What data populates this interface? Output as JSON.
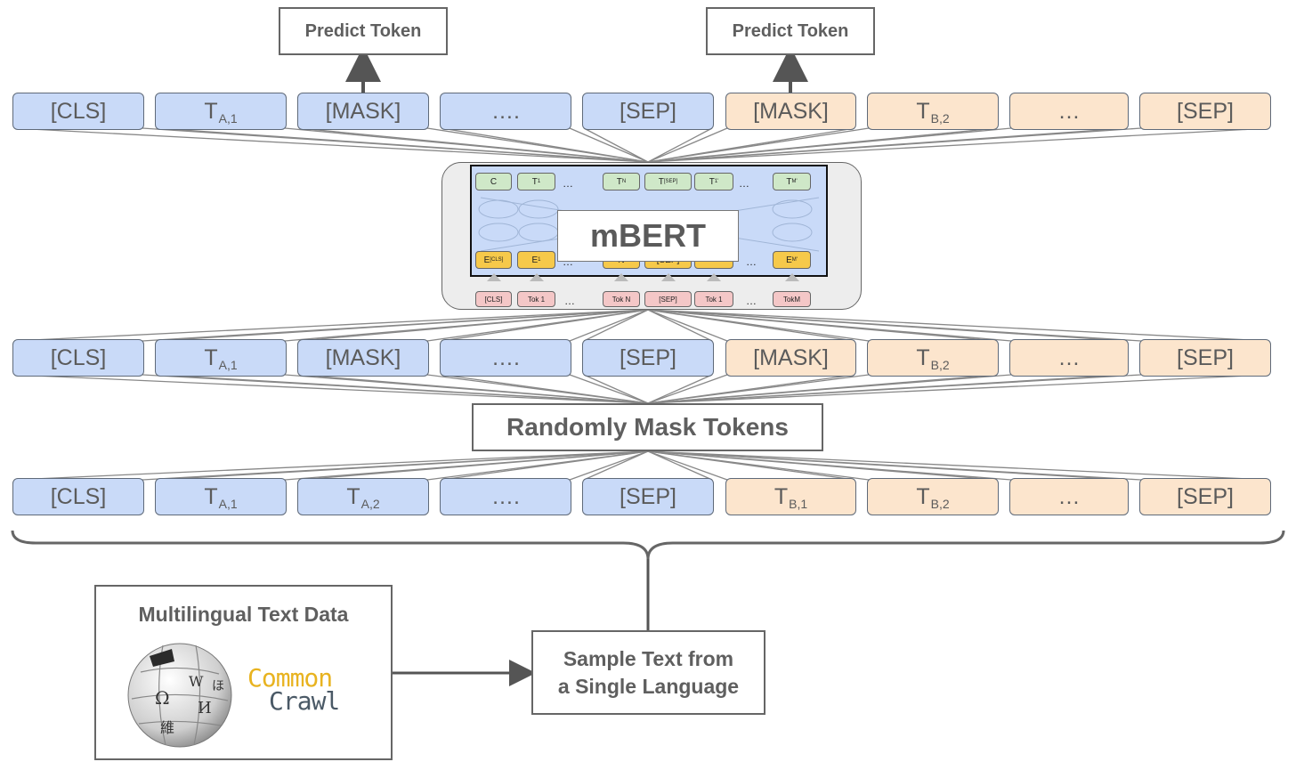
{
  "predict_labels": [
    "Predict Token",
    "Predict Token"
  ],
  "output_row": [
    {
      "text": "[CLS]",
      "sub": "",
      "group": "a"
    },
    {
      "text": "T",
      "sub": "A,1",
      "group": "a"
    },
    {
      "text": "[MASK]",
      "sub": "",
      "group": "a"
    },
    {
      "text": "….",
      "sub": "",
      "group": "a"
    },
    {
      "text": "[SEP]",
      "sub": "",
      "group": "a"
    },
    {
      "text": "[MASK]",
      "sub": "",
      "group": "b"
    },
    {
      "text": "T",
      "sub": "B,2",
      "group": "b"
    },
    {
      "text": "…",
      "sub": "",
      "group": "b"
    },
    {
      "text": "[SEP]",
      "sub": "",
      "group": "b"
    }
  ],
  "masked_row": [
    {
      "text": "[CLS]",
      "sub": "",
      "group": "a"
    },
    {
      "text": "T",
      "sub": "A,1",
      "group": "a"
    },
    {
      "text": "[MASK]",
      "sub": "",
      "group": "a"
    },
    {
      "text": "….",
      "sub": "",
      "group": "a"
    },
    {
      "text": "[SEP]",
      "sub": "",
      "group": "a"
    },
    {
      "text": "[MASK]",
      "sub": "",
      "group": "b"
    },
    {
      "text": "T",
      "sub": "B,2",
      "group": "b"
    },
    {
      "text": "…",
      "sub": "",
      "group": "b"
    },
    {
      "text": "[SEP]",
      "sub": "",
      "group": "b"
    }
  ],
  "input_row": [
    {
      "text": "[CLS]",
      "sub": "",
      "group": "a"
    },
    {
      "text": "T",
      "sub": "A,1",
      "group": "a"
    },
    {
      "text": "T",
      "sub": "A,2",
      "group": "a"
    },
    {
      "text": "….",
      "sub": "",
      "group": "a"
    },
    {
      "text": "[SEP]",
      "sub": "",
      "group": "a"
    },
    {
      "text": "T",
      "sub": "B,1",
      "group": "b"
    },
    {
      "text": "T",
      "sub": "B,2",
      "group": "b"
    },
    {
      "text": "…",
      "sub": "",
      "group": "b"
    },
    {
      "text": "[SEP]",
      "sub": "",
      "group": "b"
    }
  ],
  "model": {
    "label": "mBERT",
    "outputs": [
      {
        "text": "C",
        "sub": ""
      },
      {
        "text": "T",
        "sub": "1"
      },
      {
        "text": "T",
        "sub": "N"
      },
      {
        "text": "T",
        "sub": "[SEP]"
      },
      {
        "text": "T",
        "sub": "1'"
      },
      {
        "text": "T",
        "sub": "M'"
      }
    ],
    "embeddings": [
      {
        "text": "E",
        "sub": "[CLS]"
      },
      {
        "text": "E",
        "sub": "1"
      },
      {
        "text": "N",
        "sub": ""
      },
      {
        "text": "[SEP]",
        "sub": ""
      },
      {
        "text": "",
        "sub": ""
      },
      {
        "text": "E",
        "sub": "M'"
      }
    ],
    "inputs": [
      "[CLS]",
      "Tok 1",
      "Tok N",
      "[SEP]",
      "Tok 1",
      "TokM"
    ],
    "ellipsis": "…"
  },
  "mask_step_label": "Randomly Mask Tokens",
  "data_source": {
    "title": "Multilingual Text Data",
    "logo_text_line1": "Common",
    "logo_text_line2": "Crawl"
  },
  "sample_step": {
    "line1": "Sample Text from",
    "line2": "a Single Language"
  },
  "colors": {
    "segment_a": "#c9daf8",
    "segment_b": "#fce5cd",
    "line": "#666666",
    "common_color": "#e8b320",
    "crawl_color": "#4a5966"
  }
}
